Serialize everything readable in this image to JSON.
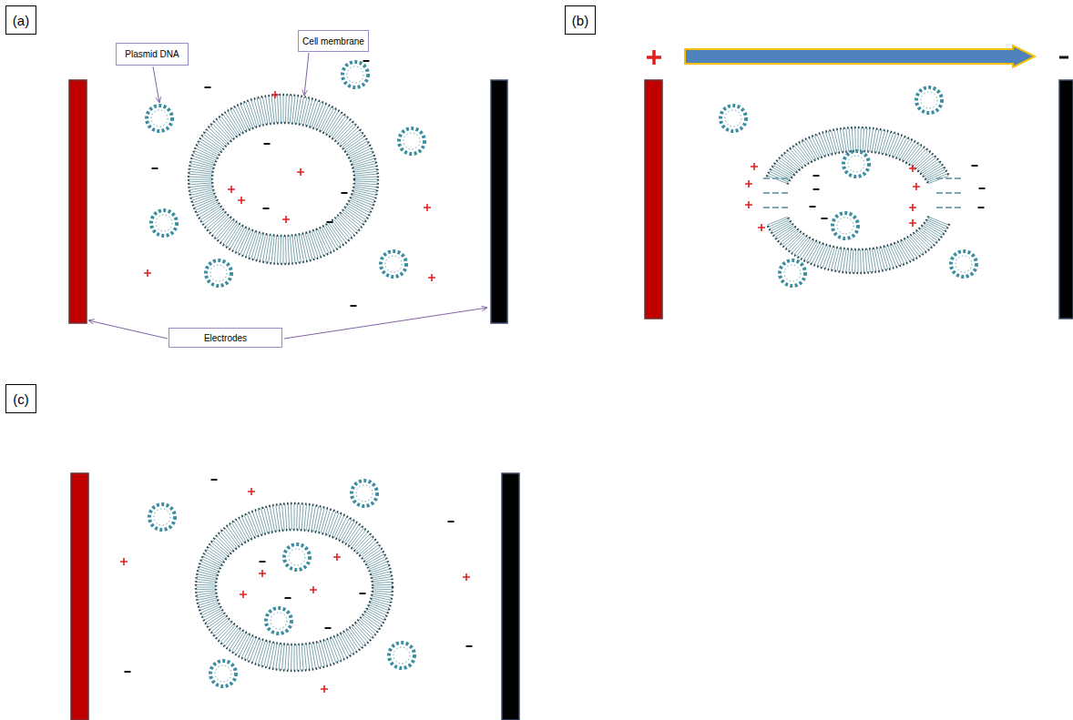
{
  "diagram": {
    "nodes": [
      {
        "text": [
          "(a)"
        ]
      },
      {
        "text": [
          "Plasmid DNA"
        ]
      },
      {
        "text": [
          "Cell membrane"
        ]
      },
      {
        "text": [
          "Electrodes"
        ]
      },
      {
        "text": [
          "(b)"
        ]
      },
      {
        "text": [
          "(c)"
        ]
      }
    ]
  }
}
